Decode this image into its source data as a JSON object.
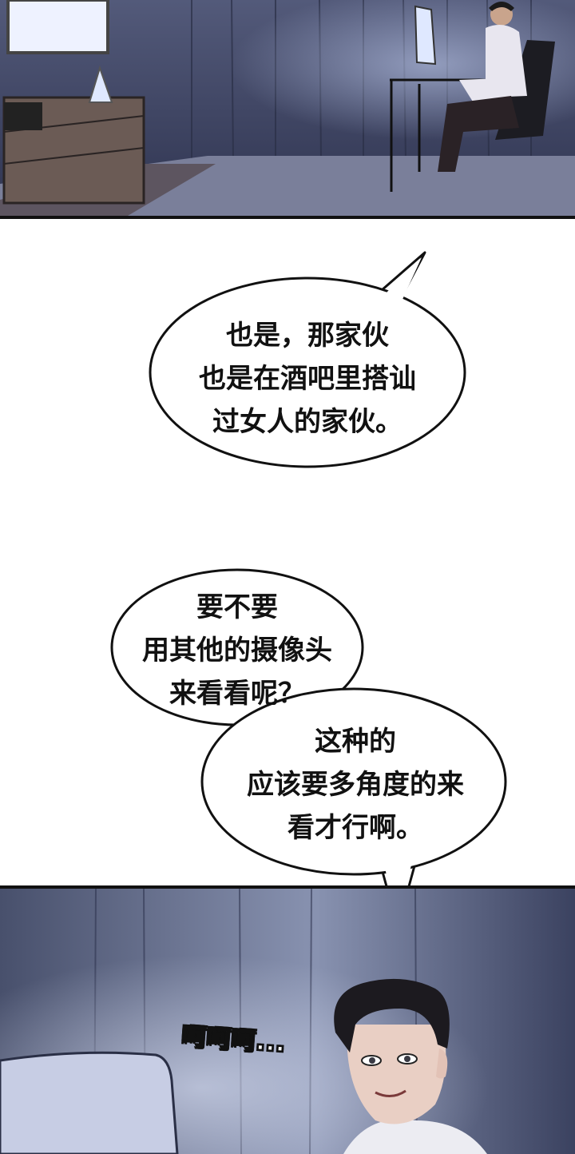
{
  "bubble1": {
    "line1": "也是，那家伙",
    "line2": "也是在酒吧里搭讪",
    "line3": "过女人的家伙。"
  },
  "bubble2": {
    "line1": "要不要",
    "line2": "用其他的摄像头",
    "line3": "来看看呢？"
  },
  "bubble3": {
    "line1": "这种的",
    "line2": "应该要多角度的来",
    "line3": "看才行啊。"
  },
  "sfx": {
    "text": "呵呵呵..."
  },
  "colors": {
    "night_blue": "#3f4560",
    "monitor_glow": "#dfe8ff",
    "ink": "#111111"
  }
}
